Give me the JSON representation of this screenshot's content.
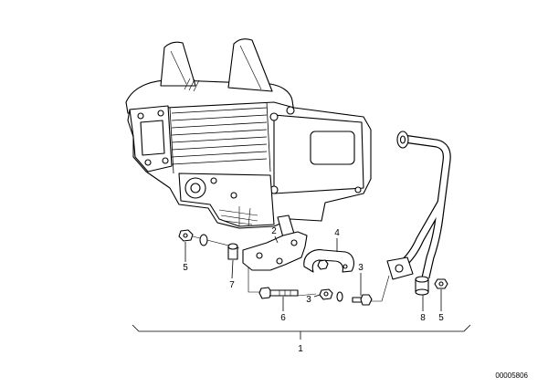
{
  "diagram": {
    "drawing_number": "00005806",
    "callouts": [
      {
        "part": "left-hex-nut",
        "label": "5"
      },
      {
        "part": "spacer",
        "label": "7"
      },
      {
        "part": "bracket",
        "label": "2"
      },
      {
        "part": "clamp-bracket",
        "label": "4"
      },
      {
        "part": "right-hex-bolt",
        "label": "3"
      },
      {
        "part": "center-hex-nut",
        "label": "3"
      },
      {
        "part": "hex-bolt",
        "label": "6"
      },
      {
        "part": "bar-spacer",
        "label": "8"
      },
      {
        "part": "bar-hex-nut",
        "label": "5"
      },
      {
        "part": "engine-guard-assembly",
        "label": "1"
      }
    ]
  },
  "colors": {
    "line": "#000000",
    "background": "#ffffff"
  }
}
